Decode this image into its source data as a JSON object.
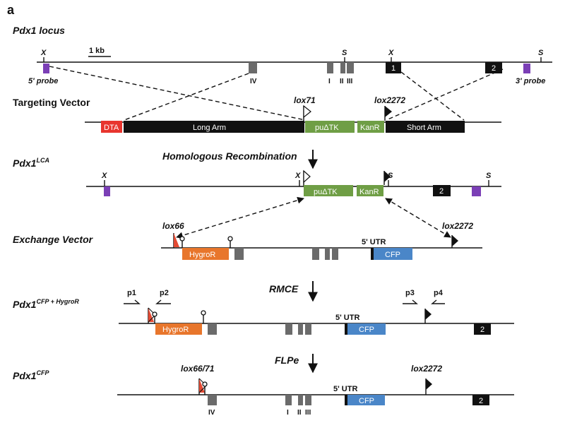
{
  "panel_label": "a",
  "scale_bar": "1 kb",
  "colors": {
    "dta": "#e8352e",
    "arm": "#111111",
    "green": "#6f9e45",
    "orange": "#e8762c",
    "cfp": "#4a86c8",
    "probe": "#7b3fb6",
    "exon": "#6b6b6b",
    "lox_red": "#e34a33"
  },
  "rows": {
    "locus": {
      "title": "Pdx1 locus",
      "sites": [
        "X",
        "S",
        "X",
        "S"
      ],
      "exons": [
        "IV",
        "I",
        "II",
        "III"
      ],
      "boxes": [
        "1",
        "2"
      ],
      "probes": [
        "5' probe",
        "3' probe"
      ]
    },
    "targeting": {
      "title": "Targeting Vector",
      "lox_a": "lox71",
      "lox_b": "lox2272",
      "segments": [
        "DTA",
        "Long Arm",
        "puΔTK",
        "KanR",
        "Short Arm"
      ]
    },
    "step1": "Homologous Recombination",
    "lca": {
      "title_base": "Pdx1",
      "title_sup": "LCA",
      "sites": [
        "X",
        "X",
        "S",
        "S"
      ],
      "segments": [
        "puΔTK",
        "KanR",
        "2"
      ]
    },
    "exchange": {
      "title": "Exchange Vector",
      "lox_a": "lox66",
      "lox_b": "lox2272",
      "utr": "5' UTR",
      "segments": [
        "HygroR",
        "CFP"
      ]
    },
    "step2": "RMCE",
    "cfp_hygro": {
      "title_base": "Pdx1",
      "title_sup": "CFP + HygroR",
      "primers": [
        "p1",
        "p2",
        "p3",
        "p4"
      ],
      "utr": "5' UTR",
      "segments": [
        "HygroR",
        "CFP",
        "2"
      ]
    },
    "step3": "FLPe",
    "cfp": {
      "title_base": "Pdx1",
      "title_sup": "CFP",
      "lox_a": "lox66/71",
      "lox_b": "lox2272",
      "utr": "5' UTR",
      "segments": [
        "CFP",
        "2"
      ],
      "exons": [
        "IV",
        "I",
        "II",
        "III"
      ]
    }
  }
}
